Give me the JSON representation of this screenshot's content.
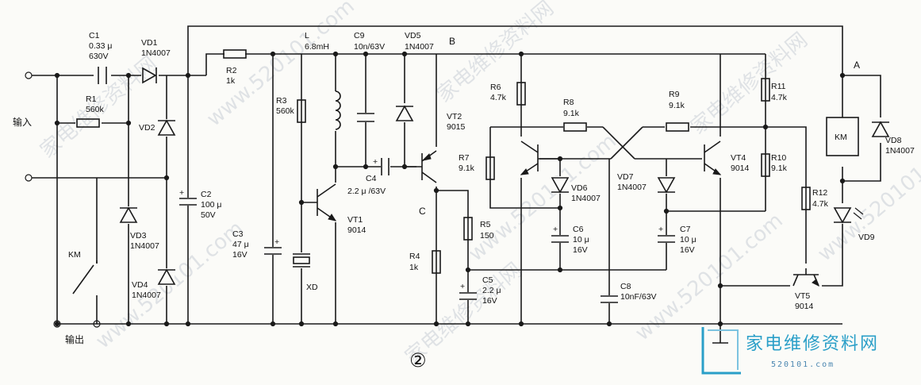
{
  "watermarks": [
    "家电维修资料网",
    "www.520101.com"
  ],
  "figure_number": "②",
  "logo": {
    "text": "家电维修资料网",
    "url": "520101.com"
  },
  "terminals": {
    "input": "输入",
    "output": "输出",
    "switch": "KM"
  },
  "nodes": {
    "A": "A",
    "B": "B",
    "C": "C"
  },
  "components": {
    "C1": [
      "C1",
      "0.33 μ",
      "630V"
    ],
    "R1": [
      "R1",
      "560k"
    ],
    "VD1": [
      "VD1",
      "1N4007"
    ],
    "VD2": [
      "VD2"
    ],
    "VD3": [
      "VD3",
      "1N4007"
    ],
    "VD4": [
      "VD4",
      "1N4007"
    ],
    "C2": [
      "C2",
      "100 μ",
      "50V"
    ],
    "R2": [
      "R2",
      "1k"
    ],
    "R3": [
      "R3",
      "560k"
    ],
    "C3": [
      "C3",
      "47 μ",
      "16V"
    ],
    "XD": [
      "XD"
    ],
    "L": [
      "L",
      "6.8mH"
    ],
    "VT1": [
      "VT1",
      "9014"
    ],
    "C9": [
      "C9",
      "10n/63V"
    ],
    "C4": [
      "C4",
      "2.2 μ /63V"
    ],
    "VD5": [
      "VD5",
      "1N4007"
    ],
    "VT2": [
      "VT2",
      "9015"
    ],
    "R4": [
      "R4",
      "1k"
    ],
    "R5": [
      "R5",
      "150"
    ],
    "C5": [
      "C5",
      "2.2 μ",
      "16V"
    ],
    "R6": [
      "R6",
      "4.7k"
    ],
    "R7": [
      "R7",
      "9.1k"
    ],
    "R8": [
      "R8",
      "9.1k"
    ],
    "VD6": [
      "VD6",
      "1N4007"
    ],
    "C6": [
      "C6",
      "10 μ",
      "16V"
    ],
    "C8": [
      "C8",
      "10nF/63V"
    ],
    "R9": [
      "R9",
      "9.1k"
    ],
    "VD7": [
      "VD7",
      "1N4007"
    ],
    "C7": [
      "C7",
      "10 μ",
      "16V"
    ],
    "VT4": [
      "VT4",
      "9014"
    ],
    "R10": [
      "R10",
      "9.1k"
    ],
    "R11": [
      "R11",
      "4.7k"
    ],
    "R12": [
      "R12",
      "4.7k"
    ],
    "KM": [
      "KM"
    ],
    "VD8": [
      "VD8",
      "1N4007"
    ],
    "VD9": [
      "VD9"
    ],
    "VT5": [
      "VT5",
      "9014"
    ]
  }
}
